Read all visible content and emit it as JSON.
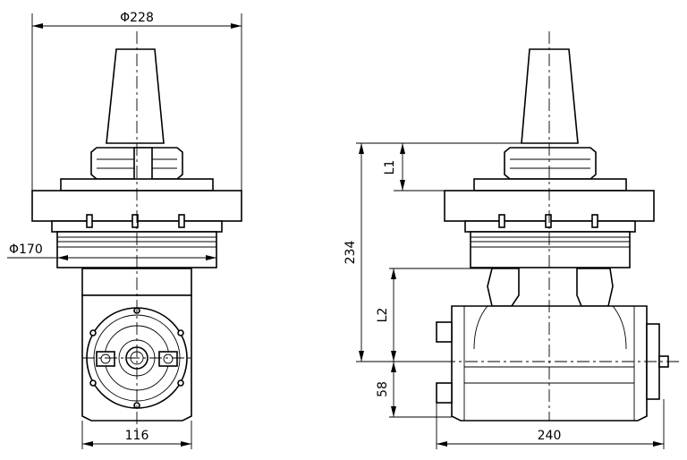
{
  "dimensions": {
    "front_flange_diameter": "Φ228",
    "front_body_diameter": "Φ170",
    "front_housing_width": "116",
    "side_total_height": "234",
    "side_l1": "L1",
    "side_l2": "L2",
    "side_spindle_offset": "58",
    "side_total_width": "240"
  }
}
